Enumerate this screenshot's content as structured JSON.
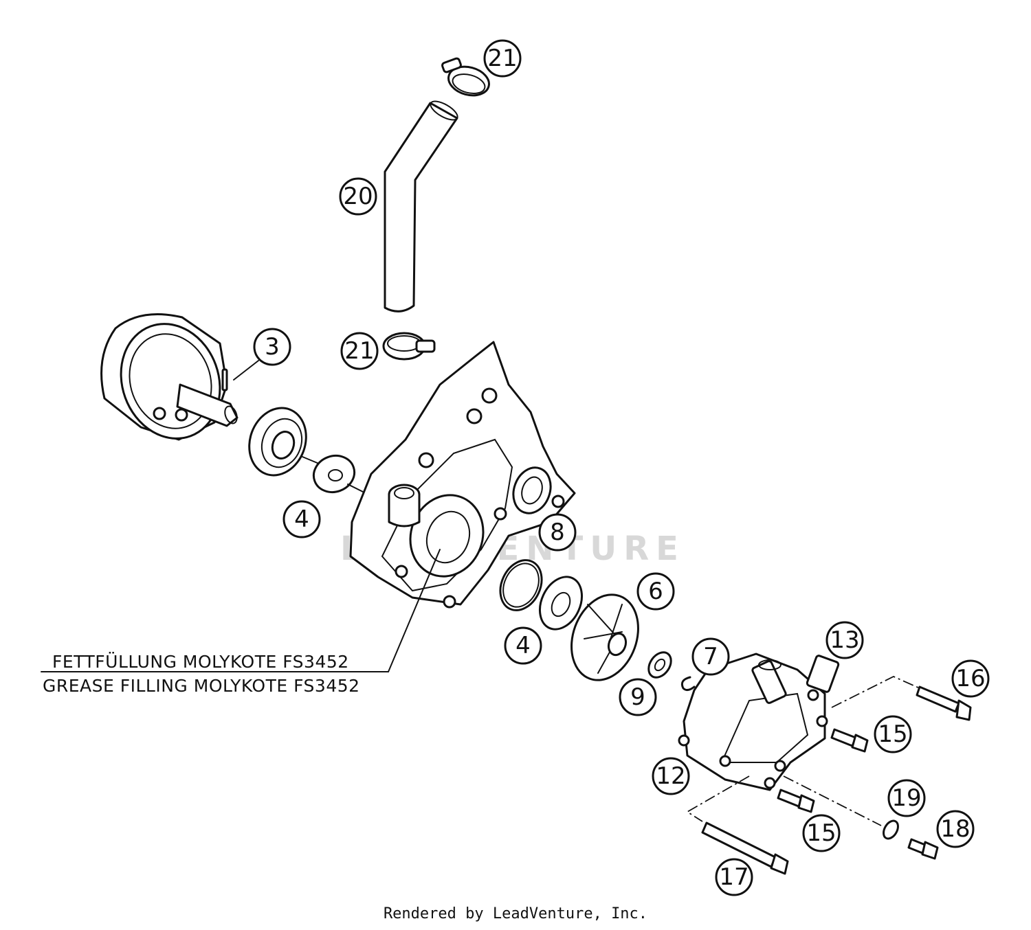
{
  "callouts": {
    "c21_top": "21",
    "c20": "20",
    "c21_bottom": "21",
    "c3": "3",
    "c4_left": "4",
    "c8": "8",
    "c6": "6",
    "c4_right": "4",
    "c7": "7",
    "c9": "9",
    "c13": "13",
    "c16": "16",
    "c15_upper": "15",
    "c12": "12",
    "c19": "19",
    "c15_lower": "15",
    "c18": "18",
    "c17": "17"
  },
  "note": {
    "line1": "FETTFÜLLUNG MOLYKOTE FS3452",
    "line2": "GREASE FILLING MOLYKOTE FS3452"
  },
  "watermark": "LEADVENTURE",
  "footer": "Rendered by LeadVenture, Inc."
}
